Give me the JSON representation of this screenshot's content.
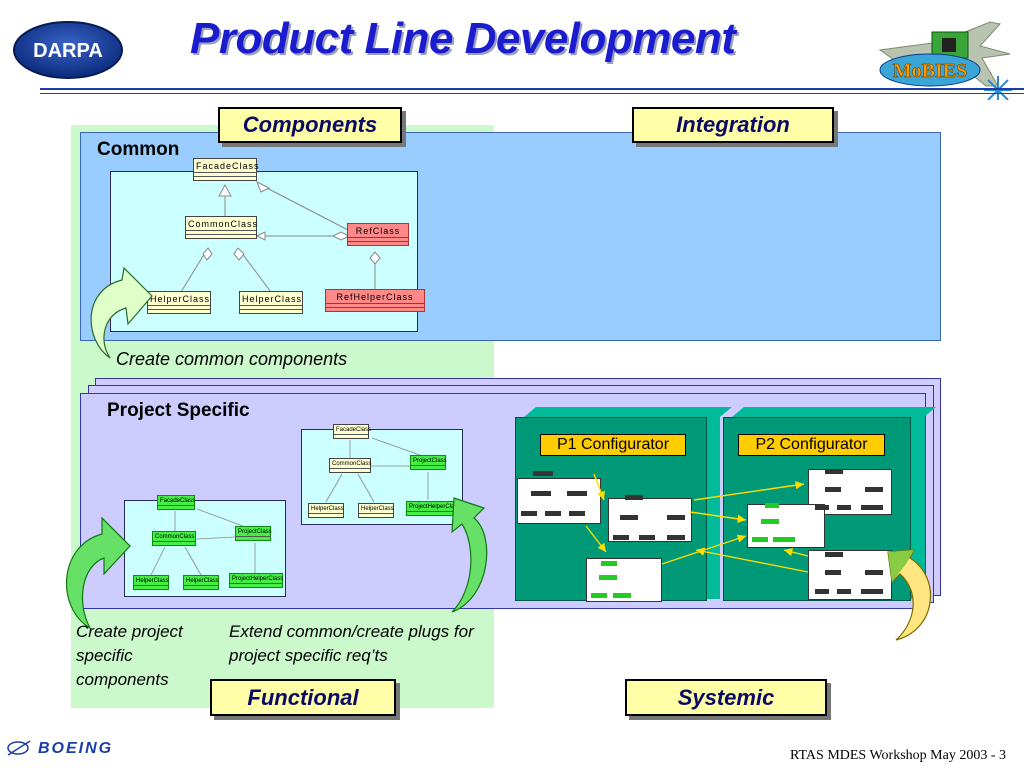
{
  "header": {
    "title": "Product Line Development",
    "left_logo_text": "DARPA",
    "right_logo_text": "MoBIES"
  },
  "columns": {
    "components": "Components",
    "integration": "Integration"
  },
  "rows": {
    "common": "Common",
    "project_specific": "Project Specific"
  },
  "common_diagram": {
    "classes": [
      "FacadeClass",
      "CommonClass",
      "RefClass",
      "HelperClass",
      "HelperClass",
      "RefHelperClass"
    ]
  },
  "project_diagram_small": {
    "classes": [
      "FacadeClass",
      "CommonClass",
      "ProjectClass",
      "HelperClass",
      "HelperClass",
      "ProjectHelperClass"
    ]
  },
  "project_diagram_green": {
    "classes": [
      "FacadeClass",
      "CommonClass",
      "ProjectClass",
      "HelperClass",
      "HelperClass",
      "ProjectHelperClass"
    ]
  },
  "captions": {
    "create_common": "Create common components",
    "create_project": "Create project specific components",
    "extend_common": "Extend common/create plugs for project specific req’ts"
  },
  "configurators": {
    "p1": "P1 Configurator",
    "p2": "P2 Configurator"
  },
  "bottom_boxes": {
    "functional": "Functional",
    "systemic": "Systemic"
  },
  "footer": {
    "company": "BOEING",
    "text": "RTAS MDES Workshop May  2003 - 3"
  },
  "colors": {
    "title": "#1c1ccf",
    "common_band": "#99ccff",
    "project_band": "#ccccff",
    "green_panel": "#ccf9cc",
    "header_box": "#ffffa8",
    "configurator": "#009977",
    "configurator_label": "#ffcc00"
  }
}
